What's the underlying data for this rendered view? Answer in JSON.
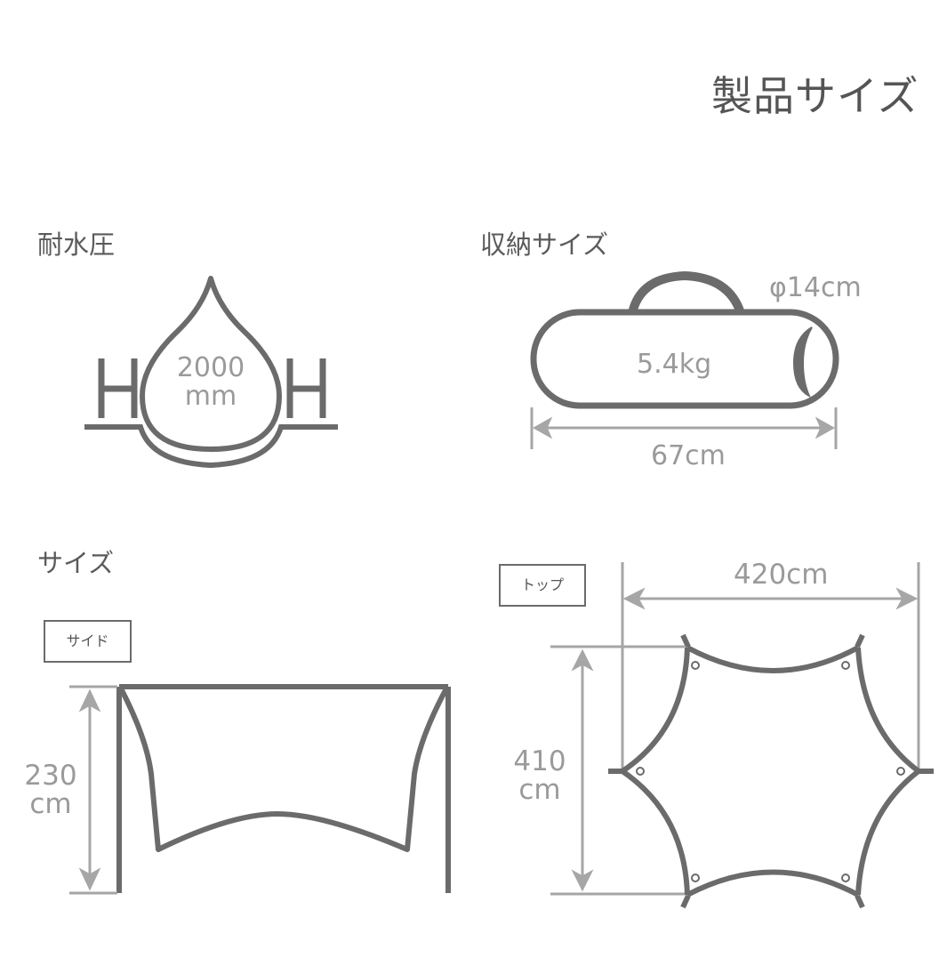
{
  "page": {
    "title": "製品サイズ"
  },
  "water_pressure": {
    "heading": "耐水圧",
    "value": "2000",
    "unit": "mm",
    "icon": "water-drop-icon"
  },
  "storage": {
    "heading": "収納サイズ",
    "weight": "5.4kg",
    "diameter": "φ14cm",
    "length": "67cm",
    "icon": "storage-bag-icon"
  },
  "size": {
    "heading": "サイズ",
    "side_view": {
      "label": "サイド",
      "height_value": "230",
      "height_unit": "cm"
    },
    "top_view": {
      "label": "トップ",
      "width": "420cm",
      "depth_value": "410",
      "depth_unit": "cm"
    }
  },
  "colors": {
    "stroke_dark": "#666666",
    "stroke_light": "#a6a6a6",
    "text_dark": "#555555",
    "text_light": "#9a9a9a"
  }
}
